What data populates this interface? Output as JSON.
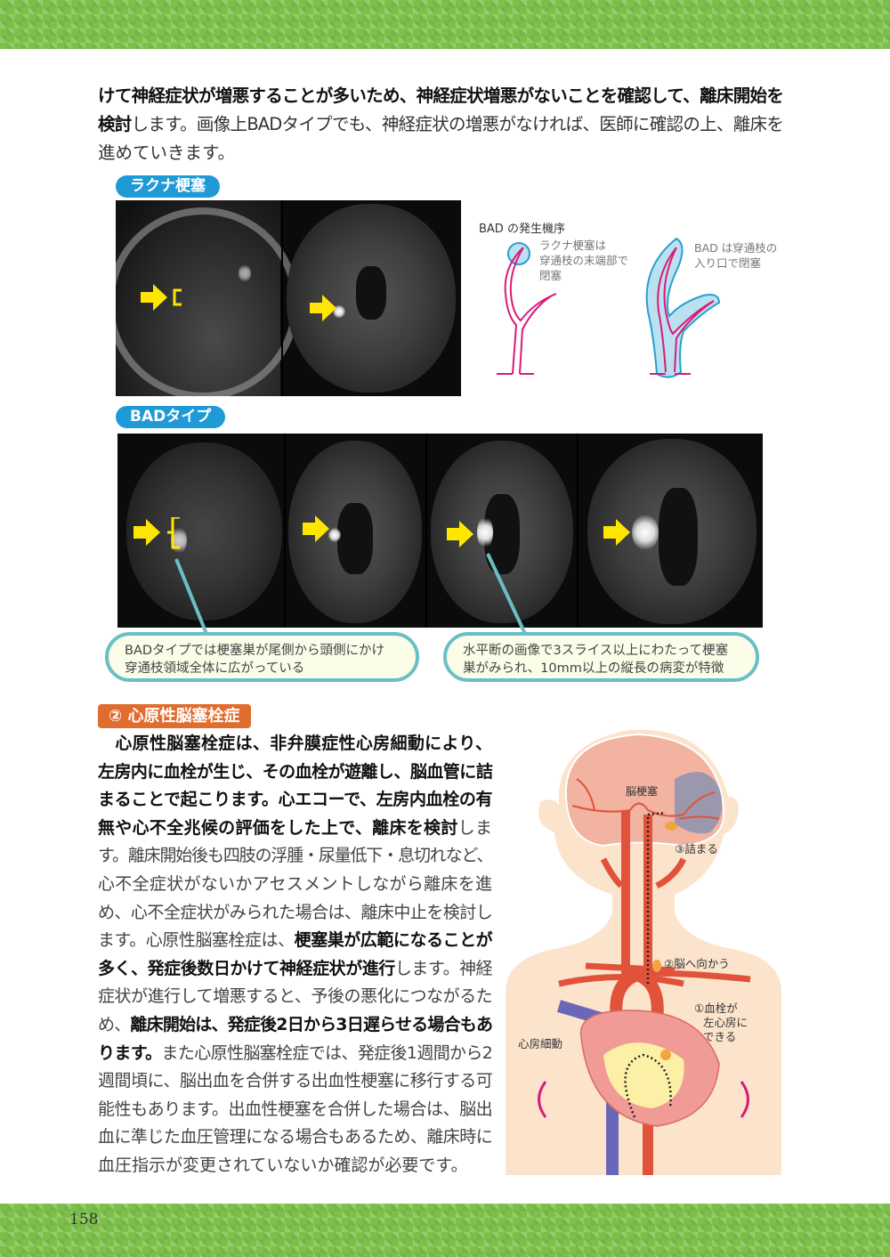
{
  "intro_lines": [
    [
      {
        "t": "けて神経症状が増悪することが多いため、神経症状増悪がないことを確認して、離床開始を",
        "b": true
      }
    ],
    [
      {
        "t": "検討",
        "b": true
      },
      {
        "t": "します。画像上BADタイプでも、神経症状の増悪がなければ、医師に確認の上、離床を",
        "b": false
      }
    ],
    [
      {
        "t": "進めていきます。",
        "b": false
      }
    ]
  ],
  "lacunar": {
    "label": "ラクナ梗塞",
    "diagram_title": "BAD の発生機序",
    "lacunar_note": "ラクナ梗塞は\n穿通枝の末端部で\n閉塞",
    "bad_note": "BAD は穿通枝の\n入り口で閉塞"
  },
  "bad_type": {
    "label": "BADタイプ",
    "callout_left": "BADタイプでは梗塞巣が尾側から頭側にかけ\n穿通枝領域全体に広がっている",
    "callout_right": "水平断の画像で3スライス以上にわたって梗塞\n巣がみられ、10mm以上の縦長の病変が特徴"
  },
  "section": {
    "label": "② 心原性脳塞栓症",
    "lines": [
      [
        {
          "t": "　心原性脳塞栓症は、非弁膜症性心房細動により、",
          "b": true
        }
      ],
      [
        {
          "t": "左房内に血栓が生じ、その血栓が遊離し、脳血管に詰",
          "b": true
        }
      ],
      [
        {
          "t": "まることで起こります。心エコーで、左房内血栓の有",
          "b": true
        }
      ],
      [
        {
          "t": "無や心不全兆候の評価をした上で、離床を検討",
          "b": true
        },
        {
          "t": "しま",
          "b": false
        }
      ],
      [
        {
          "t": "す。離床開始後も四肢の浮腫・尿量低下・息切れなど、",
          "b": false
        }
      ],
      [
        {
          "t": "心不全症状がないかアセスメントしながら離床を進",
          "b": false
        }
      ],
      [
        {
          "t": "め、心不全症状がみられた場合は、離床中止を検討し",
          "b": false
        }
      ],
      [
        {
          "t": "ます。心原性脳塞栓症は、",
          "b": false
        },
        {
          "t": "梗塞巣が広範になることが",
          "b": true
        }
      ],
      [
        {
          "t": "多く、発症後数日かけて神経症状が進行",
          "b": true
        },
        {
          "t": "します。神経",
          "b": false
        }
      ],
      [
        {
          "t": "症状が進行して増悪すると、予後の悪化につながるた",
          "b": false
        }
      ],
      [
        {
          "t": "め、",
          "b": false
        },
        {
          "t": "離床開始は、発症後2日から3日遅らせる場合もあ",
          "b": true
        }
      ],
      [
        {
          "t": "ります。",
          "b": true
        },
        {
          "t": "また心原性脳塞栓症では、発症後1週間から2",
          "b": false
        }
      ],
      [
        {
          "t": "週間頃に、脳出血を合併する出血性梗塞に移行する可",
          "b": false
        }
      ],
      [
        {
          "t": "能性もあります。出血性梗塞を合併した場合は、脳出",
          "b": false
        }
      ],
      [
        {
          "t": "血に準じた血圧管理になる場合もあるため、離床時に",
          "b": false
        }
      ],
      [
        {
          "t": "血圧指示が変更されていないか確認が必要です。",
          "b": false
        }
      ]
    ]
  },
  "illustration": {
    "infarct": "脳梗塞",
    "step3": "③詰まる",
    "step2": "②脳へ向かう",
    "step1": "①血栓が\n左心房に\nできる",
    "af": "心房細動"
  },
  "page_number": "158",
  "colors": {
    "band": "#7cc04a",
    "pill_blue": "#1f9ad6",
    "pill_orange": "#e06d2e",
    "callout_border": "#6bbfc4",
    "artery": "#e0533a"
  }
}
